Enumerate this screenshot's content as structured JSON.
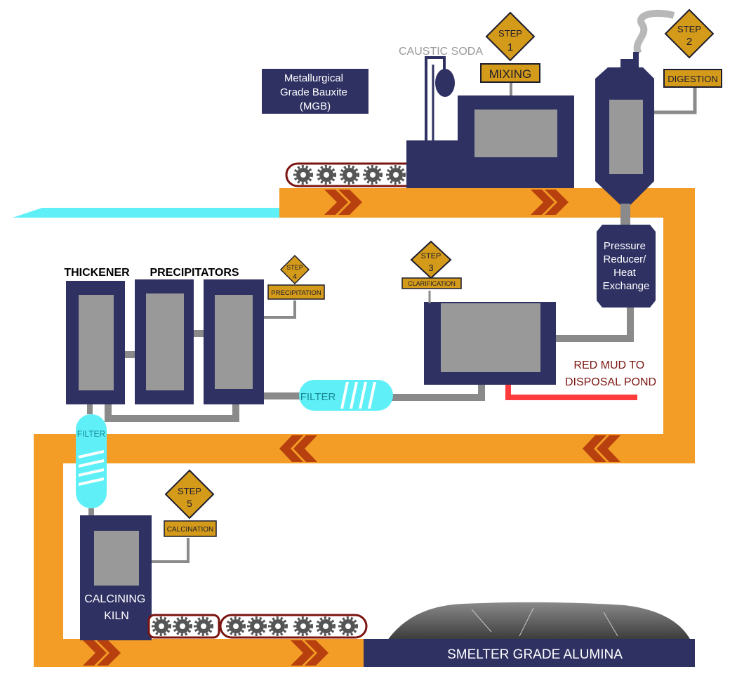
{
  "materials": {
    "bauxite": [
      "Metallurgical",
      "Grade Bauxite",
      "(MGB)"
    ],
    "caustic_soda": "CAUSTIC SODA",
    "red_mud": [
      "RED MUD TO",
      "DISPOSAL POND"
    ],
    "output": "SMELTER GRADE ALUMINA"
  },
  "steps": [
    {
      "word": "STEP",
      "number": "1",
      "label": "MIXING"
    },
    {
      "word": "STEP",
      "number": "2",
      "label": "DIGESTION"
    },
    {
      "word": "STEP",
      "number": "3",
      "label": "CLARIFICATION"
    },
    {
      "word": "STEP",
      "number": "4",
      "label": "PRECIPITATION"
    },
    {
      "word": "STEP",
      "number": "5",
      "label": "CALCINATION"
    }
  ],
  "equipment": {
    "pressure_reducer": [
      "Pressure",
      "Reducer/",
      "Heat",
      "Exchange"
    ],
    "thickener": "THICKENER",
    "precipitators": "PRECIPITATORS",
    "filter": "FILTER",
    "kiln": [
      "CALCINING",
      "KILN"
    ]
  },
  "colors": {
    "navy": "#2f3163",
    "orange": "#f39c26",
    "gold": "#d49a1a",
    "cyan": "#5ff0f7",
    "red": "#ff3b3b",
    "maroon": "#7a1410",
    "chevron": "#b8400f",
    "pipe": "#8a8a8a"
  }
}
